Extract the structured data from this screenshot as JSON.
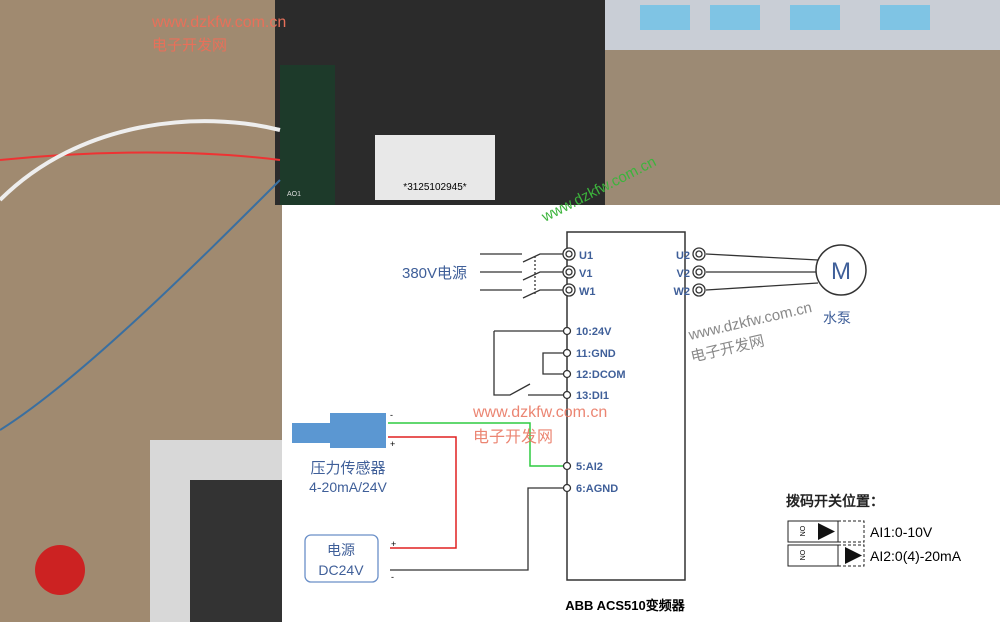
{
  "watermarks": {
    "top_url": "www.dzkfw.com.cn",
    "top_cn": "电子开发网",
    "diag_url": "www.dzkfw.com.cn",
    "center_url": "www.dzkfw.com.cn",
    "center_cn": "电子开发网",
    "right_url": "www.dzkfw.com.cn",
    "right_cn": "电子开发网"
  },
  "photo": {
    "barcode": "*3125102945*",
    "terminal_label": "AO1"
  },
  "diagram": {
    "title": "ABB ACS510变频器",
    "power_in": "380V电源",
    "inputs": [
      "U1",
      "V1",
      "W1"
    ],
    "outputs": [
      "U2",
      "V2",
      "W2"
    ],
    "motor_symbol": "M",
    "motor_label": "水泵",
    "control_terminals": [
      "10:24V",
      "11:GND",
      "12:DCOM",
      "13:DI1",
      "5:AI2",
      "6:AGND"
    ],
    "sensor": {
      "label": "压力传感器",
      "spec": "4-20mA/24V",
      "minus": "-",
      "plus": "+"
    },
    "supply": {
      "label": "电源",
      "spec": "DC24V",
      "plus": "+",
      "minus": "-"
    },
    "dip": {
      "title": "拨码开关位置：",
      "on": "ON",
      "rows": [
        "AI1:0-10V",
        "AI2:0(4)-20mA"
      ]
    },
    "colors": {
      "signal": "#2ecc40",
      "positive": "#e02020",
      "text": "#3f5f99"
    }
  }
}
